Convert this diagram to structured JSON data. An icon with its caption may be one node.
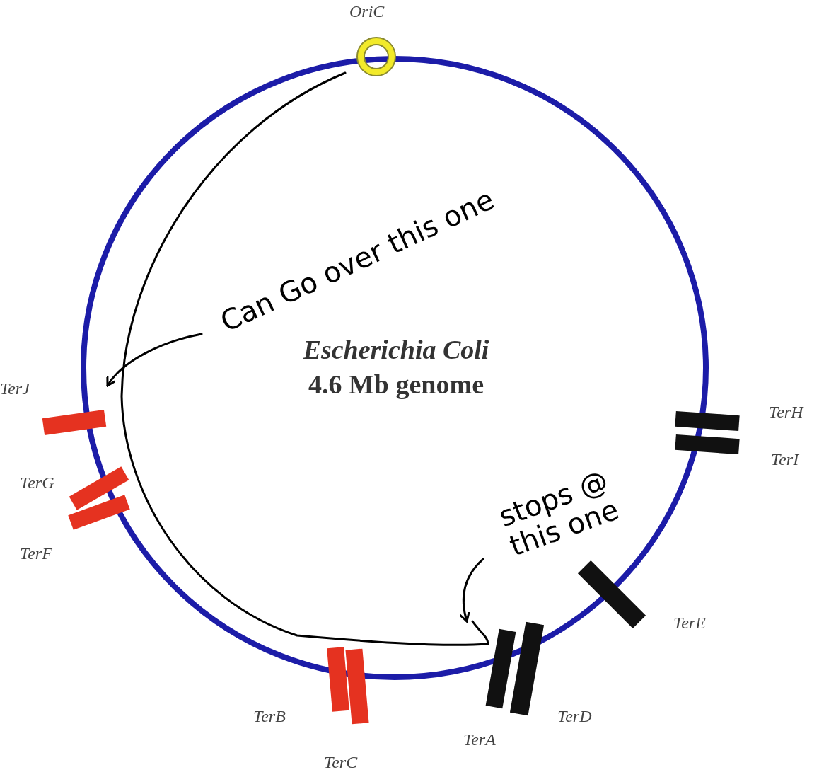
{
  "diagram": {
    "nodes": [
      {
        "text": [
          "OriC"
        ]
      },
      {
        "text": [
          "Can Go over this one"
        ]
      },
      {
        "text": [
          "TerJ"
        ]
      },
      {
        "text": [
          "TerH"
        ]
      },
      {
        "text": [
          "TerG"
        ]
      },
      {
        "text": [
          "TerI"
        ]
      },
      {
        "text": [
          "stops @ this one"
        ]
      },
      {
        "text": [
          "TerF"
        ]
      },
      {
        "text": [
          "TerE"
        ]
      },
      {
        "text": [
          "TerB"
        ]
      },
      {
        "text": [
          "TerD"
        ]
      },
      {
        "text": [
          "TerA"
        ]
      },
      {
        "text": [
          "TerC"
        ]
      }
    ],
    "edges": [
      {
        "from": 0,
        "to": 11,
        "arrow": "none"
      },
      {
        "from": 1,
        "to": 2,
        "arrow": "to"
      },
      {
        "from": 6,
        "to": 11,
        "arrow": "to"
      }
    ],
    "labels": [
      "Escherichia Coli",
      "4.6 Mb genome"
    ]
  }
}
